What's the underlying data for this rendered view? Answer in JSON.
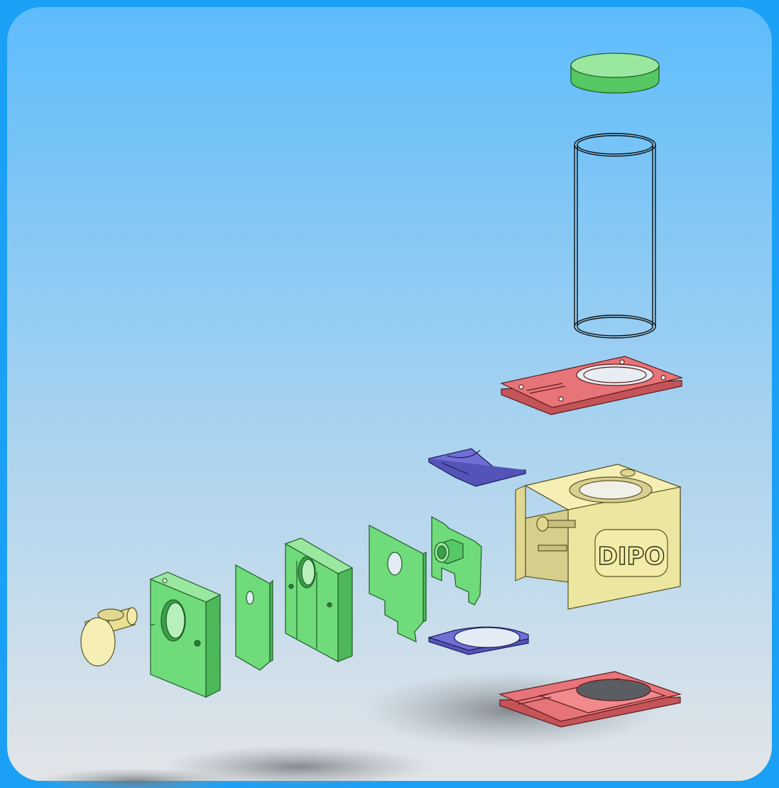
{
  "view": {
    "frame_color": "#1aa0f5",
    "background_top": "#5ebcfb",
    "background_bottom": "#dde3e8"
  },
  "colors": {
    "green_part": "#6fdb7a",
    "green_edge": "#1f5a26",
    "red_part": "#e06b6f",
    "red_edge": "#5a1a1c",
    "yellow_part": "#f2eca8",
    "yellow_edge": "#5a5426",
    "blue_part": "#6f6fd6",
    "blue_edge": "#1c1c5a",
    "outline": "#111111"
  },
  "housing": {
    "label": "DIPO"
  },
  "parts": [
    {
      "name": "cap-disc",
      "color": "green"
    },
    {
      "name": "transparent-cylinder",
      "color": "none"
    },
    {
      "name": "top-mount-plate",
      "color": "red"
    },
    {
      "name": "fork-shim",
      "color": "blue"
    },
    {
      "name": "main-housing",
      "color": "yellow"
    },
    {
      "name": "ring-shim",
      "color": "blue"
    },
    {
      "name": "bottom-mount-plate",
      "color": "red"
    },
    {
      "name": "knob",
      "color": "yellow"
    },
    {
      "name": "front-block",
      "color": "green"
    },
    {
      "name": "thin-plate",
      "color": "green"
    },
    {
      "name": "middle-block",
      "color": "green"
    },
    {
      "name": "cutout-plate",
      "color": "green"
    },
    {
      "name": "bracket-plate",
      "color": "green"
    }
  ]
}
